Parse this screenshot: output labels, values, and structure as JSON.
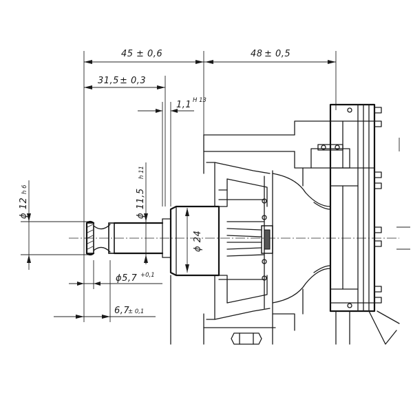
{
  "drawing": {
    "dimensions": {
      "overall_left": {
        "value": "45",
        "tol": "± 0,6"
      },
      "overall_right": {
        "value": "48",
        "tol": "± 0,5"
      },
      "shaft_length": {
        "value": "31,5",
        "tol": "± 0,3"
      },
      "gap": {
        "value": "1,1",
        "tol": "H 13"
      },
      "dia_shaft_end": {
        "value": "ϕ 12",
        "tol": "h 6"
      },
      "dia_shaft": {
        "value": "ϕ 11,5",
        "tol": "h 11"
      },
      "dia_hub": {
        "value": "ϕ 24",
        "tol": ""
      },
      "dia_groove": {
        "value": "ϕ5,7",
        "tol": "+0,1"
      },
      "groove_pos": {
        "value": "6,7",
        "tol": "± 0,1"
      }
    }
  }
}
